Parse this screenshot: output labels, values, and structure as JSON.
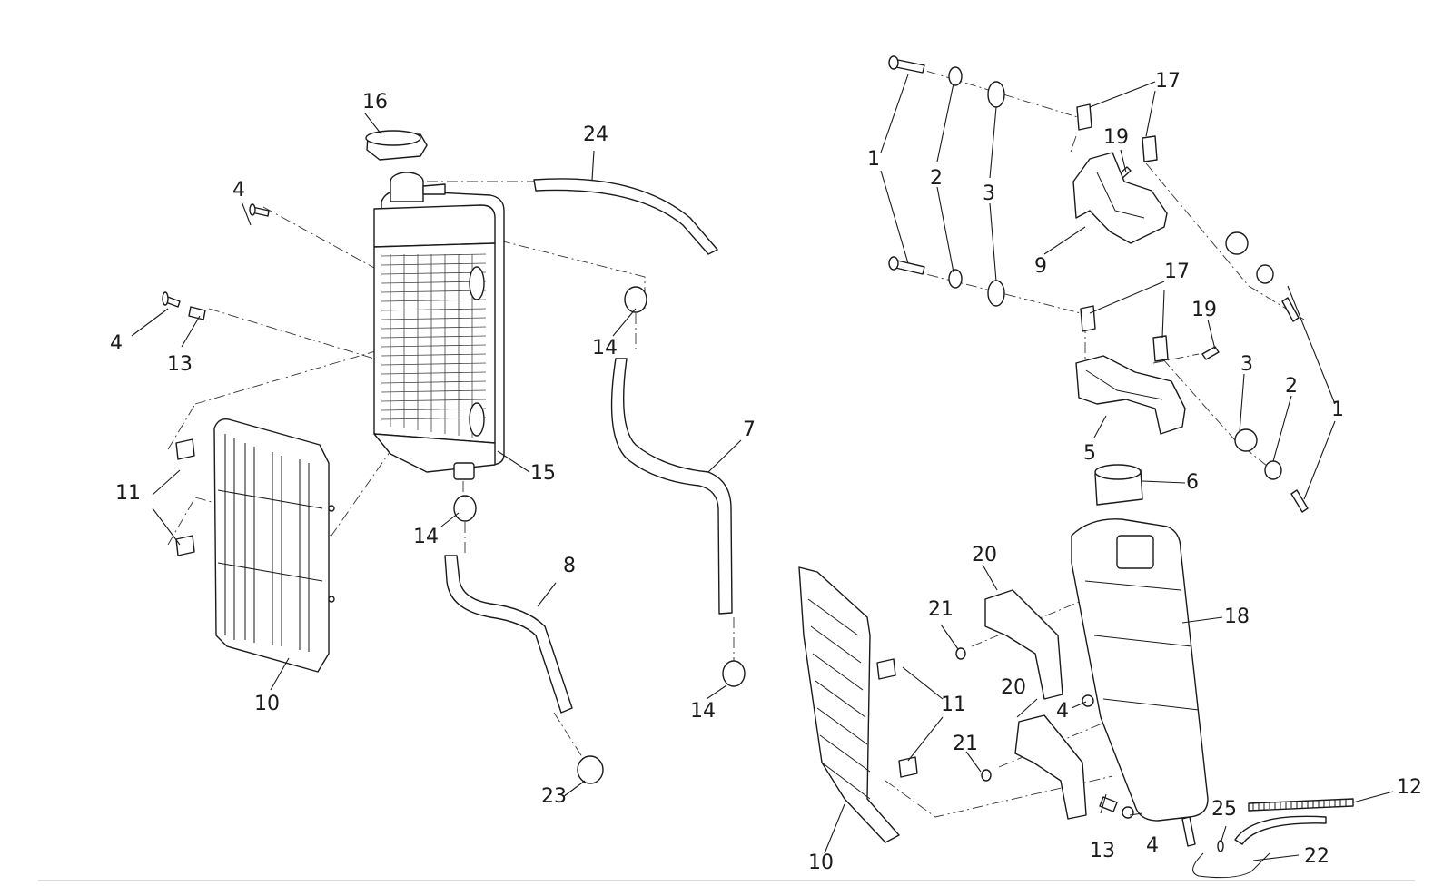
{
  "callouts": {
    "c1a": "1",
    "c1b": "1",
    "c2a": "2",
    "c2b": "2",
    "c3a": "3",
    "c3b": "3",
    "c4a": "4",
    "c4b": "4",
    "c4c": "4",
    "c4d": "4",
    "c5": "5",
    "c6": "6",
    "c7": "7",
    "c8": "8",
    "c9": "9",
    "c10a": "10",
    "c10b": "10",
    "c11a": "11",
    "c11b": "11",
    "c12": "12",
    "c13a": "13",
    "c13b": "13",
    "c14a": "14",
    "c14b": "14",
    "c14c": "14",
    "c15": "15",
    "c16": "16",
    "c17a": "17",
    "c17b": "17",
    "c18": "18",
    "c19a": "19",
    "c19b": "19",
    "c20a": "20",
    "c20b": "20",
    "c21a": "21",
    "c21b": "21",
    "c22": "22",
    "c23": "23",
    "c24": "24",
    "c25": "25"
  }
}
